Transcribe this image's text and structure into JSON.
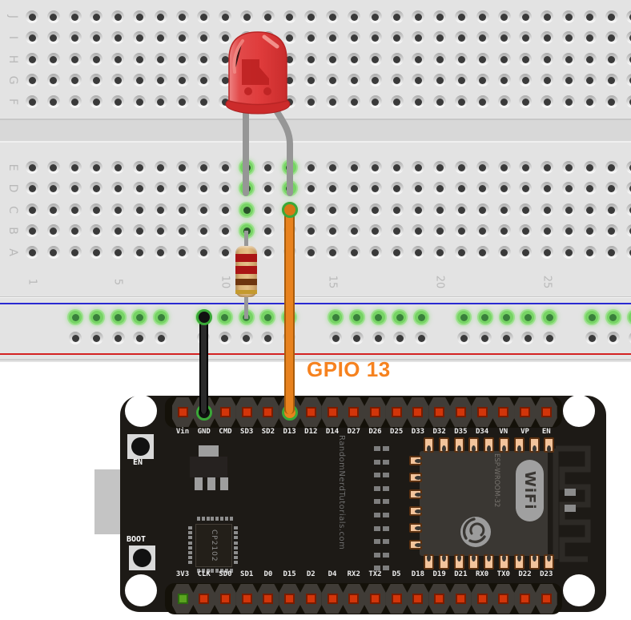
{
  "annotation": {
    "gpio_label": "GPIO 13",
    "gpio_color": "#f6821f"
  },
  "breadboard": {
    "row_letters_top": [
      "J",
      "I",
      "H",
      "G",
      "F"
    ],
    "row_letters_bottom": [
      "E",
      "D",
      "C",
      "B",
      "A"
    ],
    "column_labels": [
      {
        "text": "1",
        "col": 1
      },
      {
        "text": "5",
        "col": 5
      },
      {
        "text": "10",
        "col": 10
      },
      {
        "text": "15",
        "col": 15
      },
      {
        "text": "20",
        "col": 20
      },
      {
        "text": "25",
        "col": 25
      }
    ],
    "rail_top_line_color": "#2a2ad2",
    "rail_bottom_line_color": "#d42222",
    "connected_main_holes": [
      {
        "col": 11,
        "row": "E"
      },
      {
        "col": 11,
        "row": "D"
      },
      {
        "col": 11,
        "row": "C"
      },
      {
        "col": 11,
        "row": "B"
      },
      {
        "col": 13,
        "row": "E"
      },
      {
        "col": 13,
        "row": "D"
      },
      {
        "col": 13,
        "row": "C"
      }
    ],
    "rail_connected_row": "top"
  },
  "components": {
    "led": {
      "name": "red-led",
      "body_color": "#e04040"
    },
    "resistor": {
      "name": "220-ohm-resistor",
      "body_color": "#dcb478",
      "band_colors": [
        "#aa1515",
        "#aa1515",
        "#6e350f",
        "#c49a2e"
      ]
    },
    "gpio_wire_color": "#e8821e",
    "gnd_wire_color": "#2a2a2a"
  },
  "esp32": {
    "top_pins": [
      "Vin",
      "GND",
      "CMD",
      "SD3",
      "SD2",
      "D13",
      "D12",
      "D14",
      "D27",
      "D26",
      "D25",
      "D33",
      "D32",
      "D35",
      "D34",
      "VN",
      "VP",
      "EN"
    ],
    "bottom_pins": [
      "3V3",
      "CLK",
      "SD0",
      "SD1",
      "D0",
      "D15",
      "D2",
      "D4",
      "RX2",
      "TX2",
      "D5",
      "D18",
      "D19",
      "D21",
      "RX0",
      "TX0",
      "D22",
      "D23"
    ],
    "connected_top_pins": [
      "GND",
      "D13"
    ],
    "green_pad_pins": [
      "3V3"
    ],
    "en_label": "EN",
    "boot_label": "BOOT",
    "usb_chip_label": "CP2102",
    "module_label": "ESP-WROOM-32",
    "wifi_label": "WiFi",
    "watermark": "RandomNerdTutorials.com",
    "pin_pad_color": "#d2350a",
    "pin_pad_3v3_color": "#5aa41f"
  }
}
